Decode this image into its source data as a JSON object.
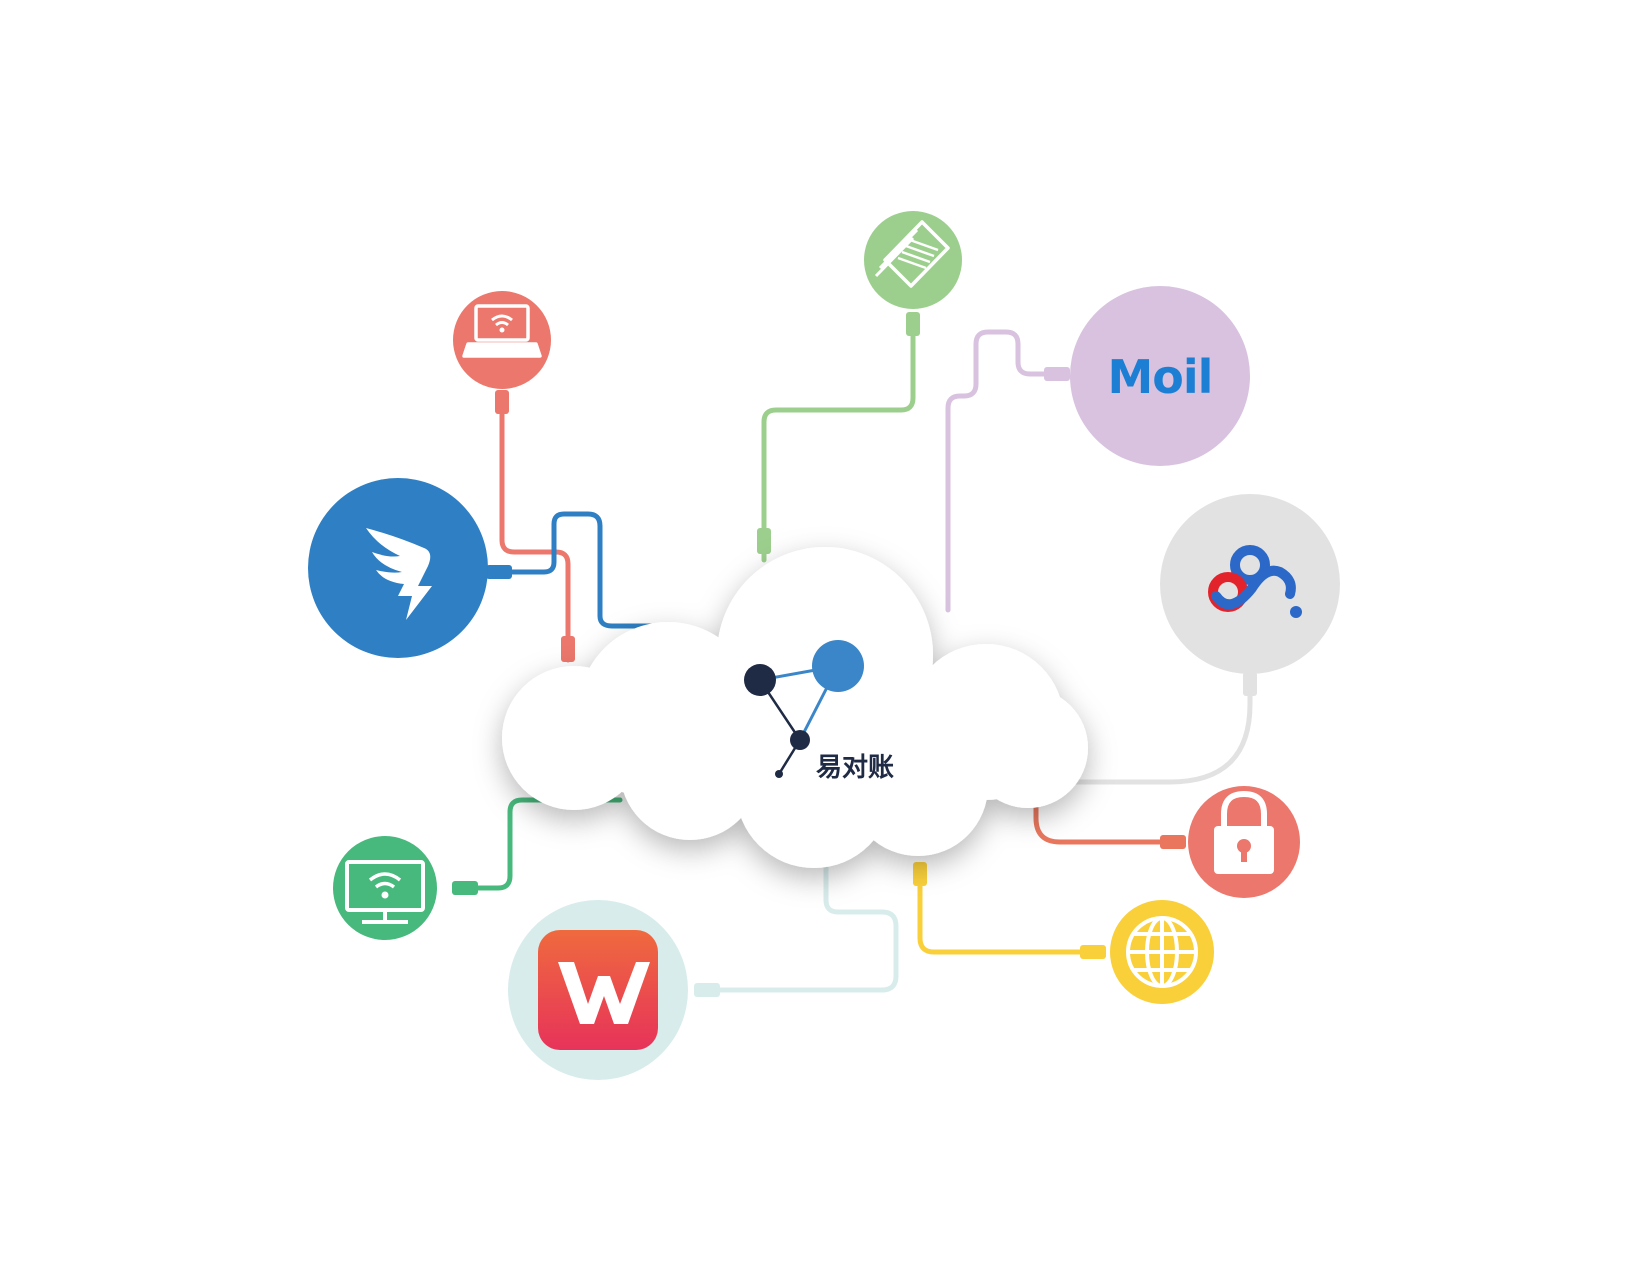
{
  "center": {
    "brand_name": "易对账",
    "logo_color_primary": "#3a86c8",
    "logo_color_dark": "#1f2a44"
  },
  "nodes": [
    {
      "name": "laptop-wifi",
      "icon": "laptop-wifi-icon",
      "color": "#ec776c"
    },
    {
      "name": "dingtalk",
      "icon": "dingtalk-wing-icon",
      "color": "#2e7fc3"
    },
    {
      "name": "document",
      "icon": "document-icon",
      "color": "#9ccf8d"
    },
    {
      "name": "mail",
      "icon": "mail-logo-icon",
      "color": "#d8c2df",
      "label": "Moil"
    },
    {
      "name": "baidu-cloud",
      "icon": "baidu-cloud-icon",
      "color": "#e2e2e2"
    },
    {
      "name": "lock",
      "icon": "lock-icon",
      "color": "#ec776c"
    },
    {
      "name": "globe",
      "icon": "globe-icon",
      "color": "#f9cf3a"
    },
    {
      "name": "wps",
      "icon": "wps-office-icon",
      "color": "#d8ecec"
    },
    {
      "name": "monitor-wifi",
      "icon": "monitor-wifi-icon",
      "color": "#48b97d"
    }
  ]
}
